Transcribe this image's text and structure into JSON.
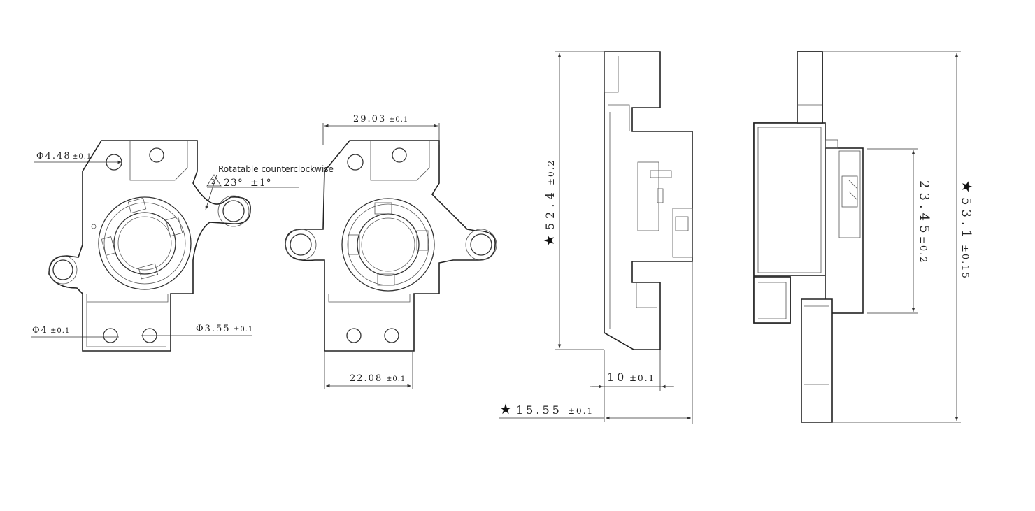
{
  "drawing": {
    "views": [
      "front-view-rotated",
      "front-view",
      "side-view-left",
      "side-view-right"
    ],
    "dimensions": {
      "hole_diameter_large": {
        "main": "Φ4.48",
        "tol": "±0.1"
      },
      "hole_diameter_small": {
        "main": "Φ4",
        "tol": "±0.1"
      },
      "hole_diameter_mid": {
        "main": "Φ3.55",
        "tol": "±0.1"
      },
      "width_top": {
        "main": "29.03",
        "tol": "±0.1"
      },
      "width_bottom": {
        "main": "22.08",
        "tol": "±0.1"
      },
      "height_left": {
        "main": "52.4",
        "tol": "±0.2",
        "key": "★"
      },
      "thickness": {
        "main": "10",
        "tol": "±0.1"
      },
      "depth_total": {
        "main": "15.55",
        "tol": "±0.1",
        "key": "★"
      },
      "inner_height": {
        "main": "23.45",
        "tol": "±0.2"
      },
      "height_right": {
        "main": "53.1",
        "tol": "±0.15",
        "key": "★"
      }
    },
    "notes": {
      "rotation_label": "Rotatable counterclockwise",
      "rotation_flag": "2",
      "rotation_angle": "23°",
      "rotation_tol": "±1°"
    }
  }
}
